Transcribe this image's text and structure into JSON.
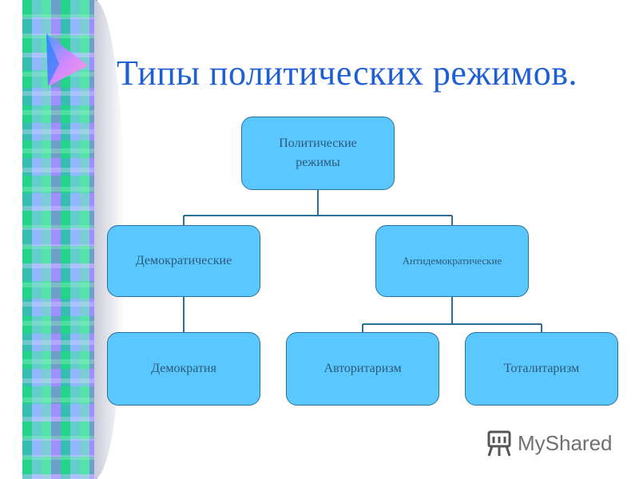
{
  "title": "Типы политических режимов.",
  "diagram": {
    "root": "Политические\nрежимы",
    "level2": [
      "Демократические",
      "Антидемократические"
    ],
    "level3": [
      "Демократия",
      "Авторитаризм",
      "Тоталитаризм"
    ]
  },
  "watermark": {
    "text": "MyShared",
    "icon": "mt-logo-icon"
  },
  "colors": {
    "title": "#1f5fd6",
    "node_fill": "#5ac8ff",
    "node_border": "#2c6f9a",
    "connector": "#2c6f9a"
  }
}
